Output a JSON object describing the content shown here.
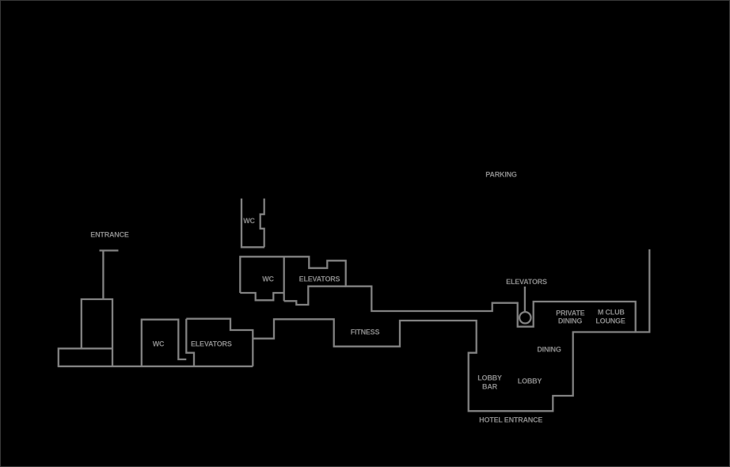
{
  "colors": {
    "background": "#000000",
    "wall": "#828282",
    "label": "#8d8d8d"
  },
  "floorplan": {
    "areas": {
      "parking": "PARKING",
      "entrance": "ENTRANCE",
      "wc_top": "WC",
      "wc_middle": "WC",
      "elevators_middle": "ELEVATORS",
      "wc_lower": "WC",
      "elevators_lower": "ELEVATORS",
      "fitness": "FITNESS",
      "elevators_lobby": "ELEVATORS",
      "private_dining": {
        "line1": "PRIVATE",
        "line2": "DINING"
      },
      "m_club_lounge": {
        "line1": "M CLUB",
        "line2": "LOUNGE"
      },
      "dining": "DINING",
      "lobby_bar": {
        "line1": "LOBBY",
        "line2": "BAR"
      },
      "lobby": "LOBBY",
      "hotel_entrance": "HOTEL ENTRANCE"
    }
  }
}
